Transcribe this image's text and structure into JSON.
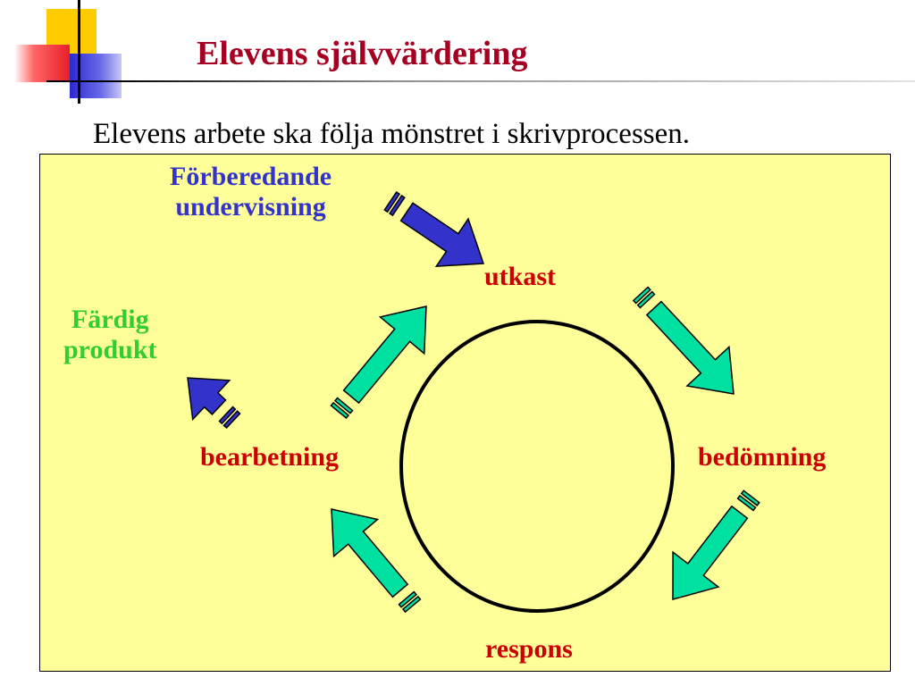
{
  "slide": {
    "title": "Elevens självvärdering",
    "subtitle": "Elevens arbete ska följa mönstret i skrivprocessen."
  },
  "diagram": {
    "prep_line1": "Förberedande",
    "prep_line2": "undervisning",
    "utkast": "utkast",
    "bedomning": "bedömning",
    "respons": "respons",
    "bearbetning": "bearbetning",
    "final_line1": "Färdig",
    "final_line2": "produkt"
  },
  "colors": {
    "title": "#a50021",
    "panel": "#ffff99",
    "cycle_label": "#cc0000",
    "prep_label": "#3333cc",
    "final_label": "#33cc33",
    "cycle_arrow": "#00e0a0",
    "side_arrow": "#3333cc"
  },
  "icons": [
    "cycle-arrow-icon",
    "prep-arrow-icon",
    "final-arrow-icon",
    "cycle-circle"
  ]
}
